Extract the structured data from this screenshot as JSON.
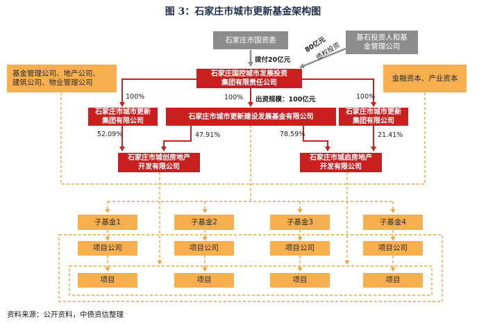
{
  "title": "图 3：石家庄市城市更新基金架构图",
  "nodes": {
    "sasac": "石家庄市国资委",
    "jishi": "基石投资人和基\n金管理公司",
    "group": "石家庄国控城市发展投资\n集团有限责任公司",
    "mgmt": "基金管理公司、地产公司、\n建筑公司、物业管理公司",
    "finance": "金融资本、产业资本",
    "renew_left": "石家庄市城市更新\n集团有限公司",
    "fund": "石家庄市城市更新建设发展基金有限公司",
    "renew_right": "石家庄市城市更新\n集团有限公司",
    "chuangfang": "石家庄市城创房地产\n开发有限公司",
    "qifang": "石家庄市城启房地产\n开发有限公司"
  },
  "labels": {
    "allot": "拨付20亿元",
    "bond_amount": "80亿元",
    "bond_type": "债权投资",
    "pct_left": "100%",
    "pct_mid": "100%",
    "pct_right": "100%",
    "scale": "出资规模：100亿元",
    "pct_5209": "52.09%",
    "pct_4791": "47.91%",
    "pct_7859": "78.59%",
    "pct_2141": "21.41%"
  },
  "subfunds": [
    "子基金1",
    "子基金2",
    "子基金3",
    "子基金4"
  ],
  "project_company": "项目公司",
  "project": "项目",
  "source": "资料来源：公开资料，中债资信整理",
  "colors": {
    "red": "#c9201f",
    "orange": "#f7b04d",
    "dash": "#f0a43a",
    "gray": "#8c8c8c"
  }
}
